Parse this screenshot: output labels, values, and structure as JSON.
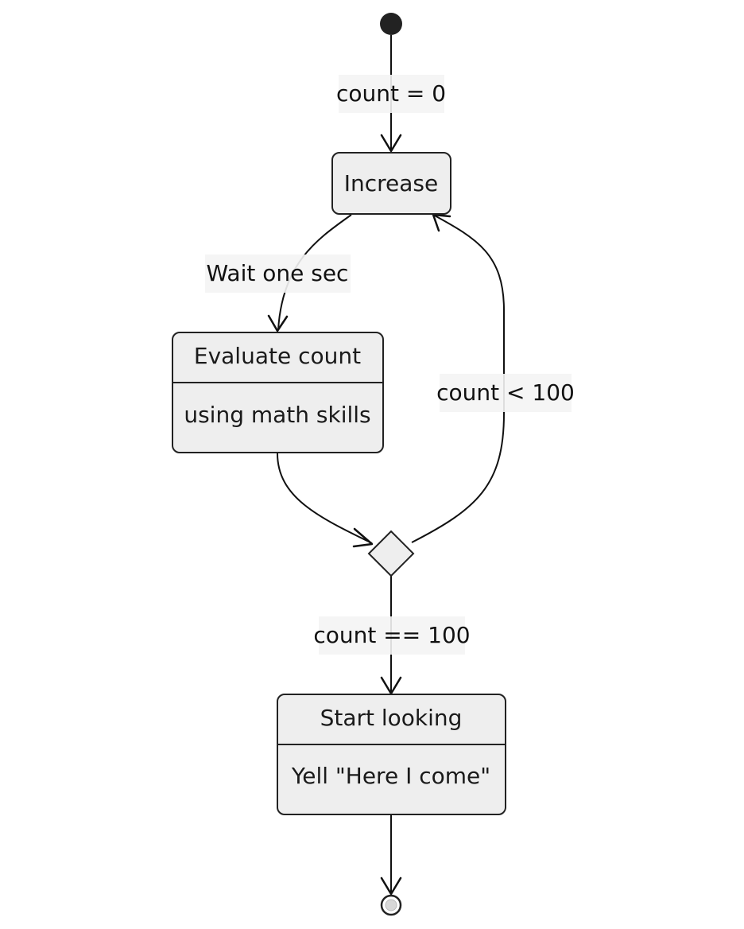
{
  "diagram": {
    "nodes": {
      "increase": {
        "title": "Increase"
      },
      "evaluate": {
        "title": "Evaluate count",
        "description": "using math skills"
      },
      "start_looking": {
        "title": "Start looking",
        "description": "Yell \"Here I come\""
      }
    },
    "edges": {
      "start_to_increase": {
        "label": "count = 0"
      },
      "increase_to_evaluate": {
        "label": "Wait one sec"
      },
      "choice_to_increase": {
        "label": "count < 100"
      },
      "choice_to_start_looking": {
        "label": "count == 100"
      }
    }
  }
}
